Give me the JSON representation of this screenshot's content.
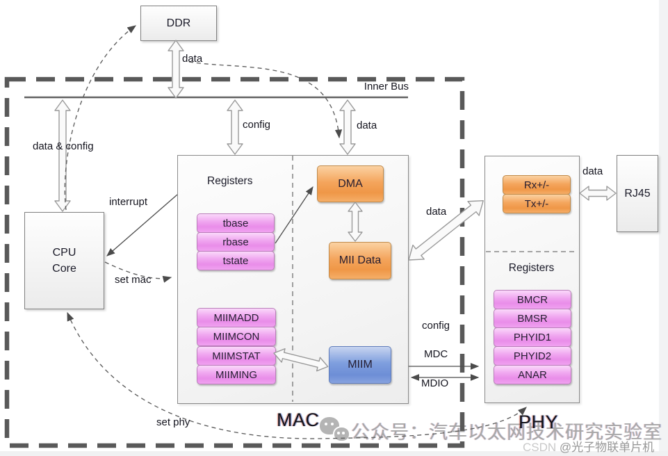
{
  "boxes": {
    "ddr": "DDR",
    "cpu_line1": "CPU",
    "cpu_line2": "Core",
    "rj45": "RJ45",
    "mac_title": "MAC",
    "phy_title": "PHY",
    "mac_registers_heading": "Registers",
    "phy_registers_heading": "Registers"
  },
  "mac": {
    "desc_regs": [
      "tbase",
      "rbase",
      "tstate"
    ],
    "miim_regs": [
      "MIIMADD",
      "MIIMCON",
      "MIIMSTAT",
      "MIIMING"
    ],
    "dma": "DMA",
    "mii_data": "MII Data",
    "miim": "MIIM"
  },
  "phy": {
    "pairs": [
      "Rx+/-",
      "Tx+/-"
    ],
    "regs": [
      "BMCR",
      "BMSR",
      "PHYID1",
      "PHYID2",
      "ANAR"
    ]
  },
  "labels": {
    "inner_bus": "Inner Bus",
    "ddr_data": "data",
    "cpu_bus": "data & config",
    "mac_config": "config",
    "mac_data": "data",
    "interrupt": "interrupt",
    "set_mac": "set mac",
    "set_phy": "set phy",
    "mac_phy_data": "data",
    "phy_config": "config",
    "mdc": "MDC",
    "mdio": "MDIO",
    "rj45_data": "data"
  },
  "watermark": {
    "wechat": "公众号：汽车以太网技术研究实验室",
    "csdn_prefix": "CSDN ",
    "csdn_handle": "@光子物联单片机"
  },
  "colors": {
    "chip_pink": "#ee97ee",
    "chip_orange": "#f4a55d",
    "chip_blue": "#7b9ade",
    "box_border": "#7f7f7f",
    "dashed_border": "#595959",
    "watermark_gray": "#a7a7a7"
  }
}
